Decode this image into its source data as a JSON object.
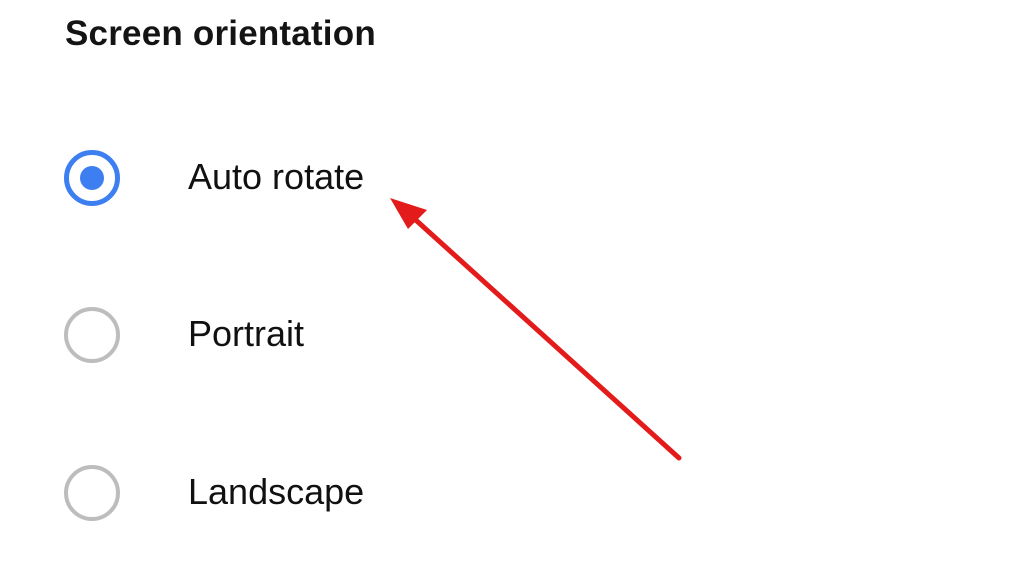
{
  "dialog": {
    "title": "Screen orientation",
    "options": [
      {
        "label": "Auto rotate",
        "selected": true
      },
      {
        "label": "Portrait",
        "selected": false
      },
      {
        "label": "Landscape",
        "selected": false
      }
    ]
  },
  "colors": {
    "accent": "#3d7ff0",
    "radio_unselected": "#bdbdbd",
    "annotation_arrow": "#e31b1b"
  },
  "annotation": {
    "type": "arrow",
    "points_to": "Auto rotate"
  }
}
